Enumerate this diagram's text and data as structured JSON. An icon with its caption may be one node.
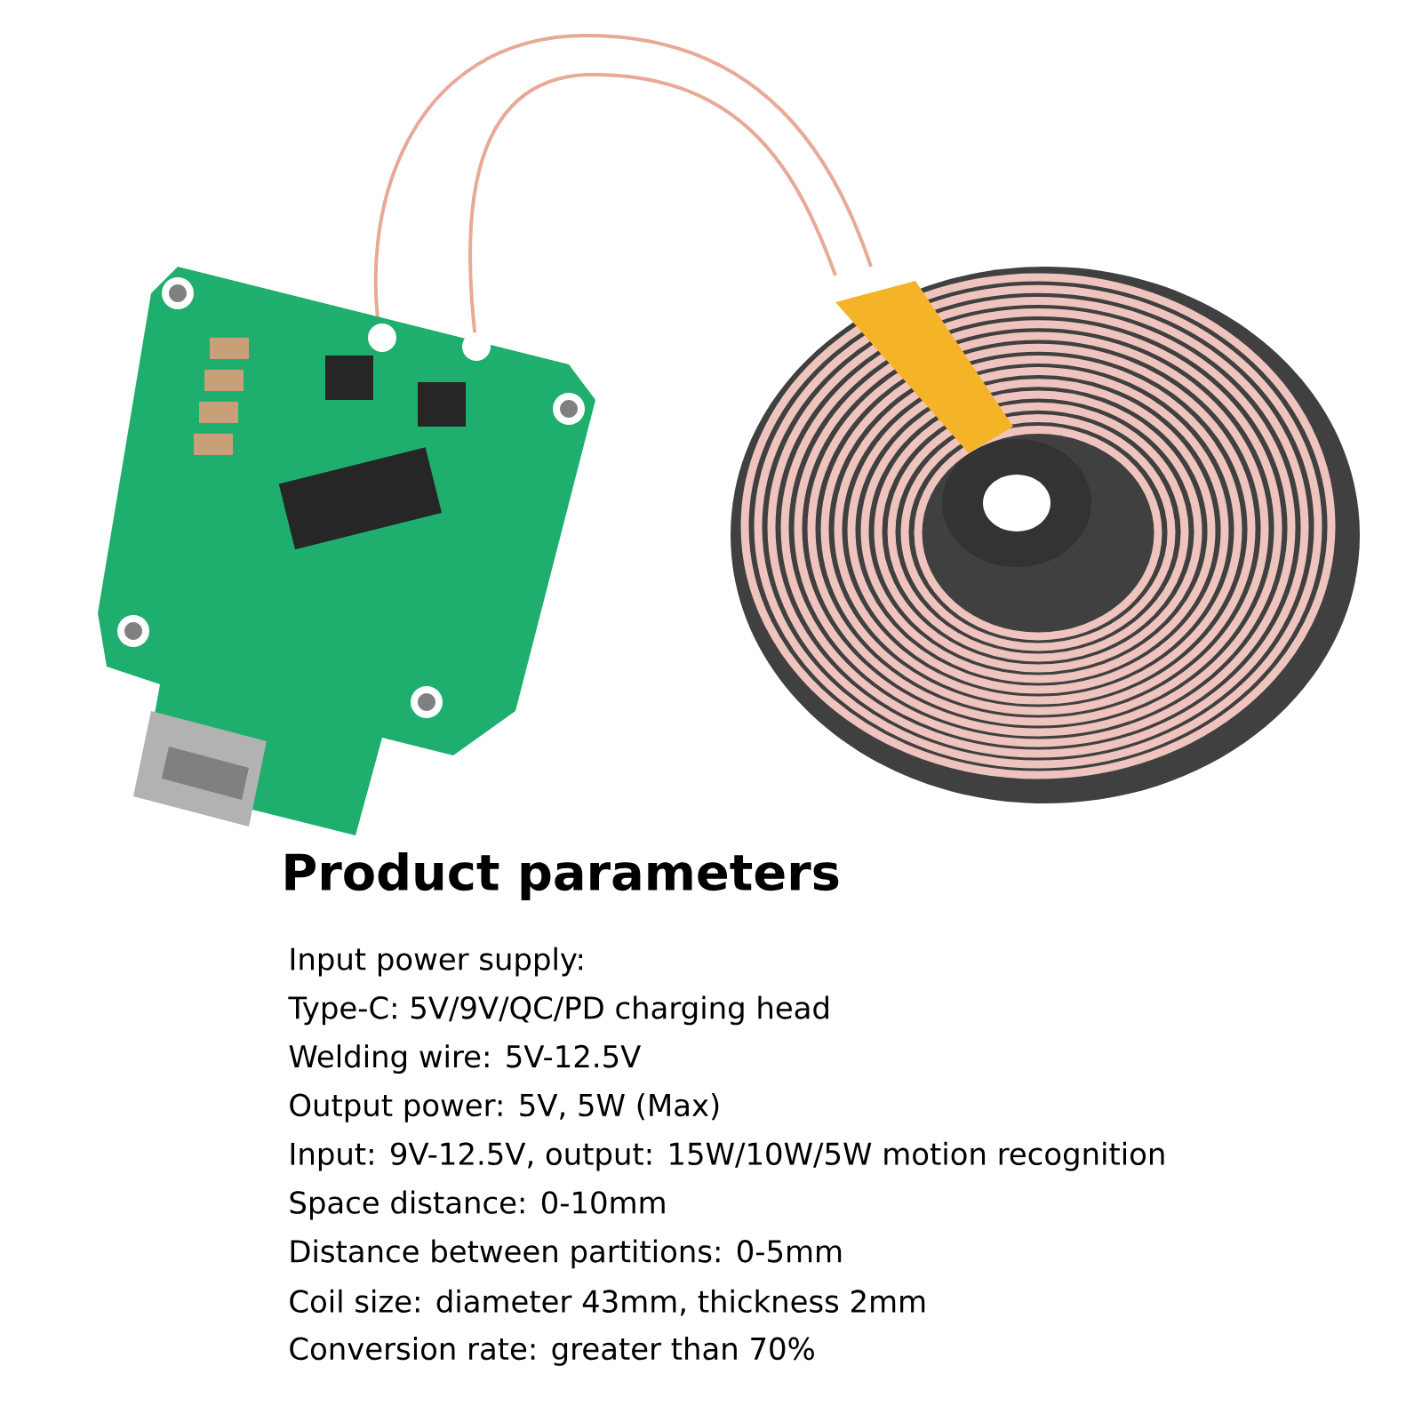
{
  "diagram": {
    "title": "Product parameters",
    "labels": [
      "Input power supply:",
      "Type-C: 5V/9V/QC/PD charging head",
      "Welding wire: 5V-12.5V",
      "Output power: 5V, 5W (Max)",
      "Input: 9V-12.5V, output: 15W/10W/5W motion recognition",
      "Space distance: 0-10mm",
      "Distance between partitions: 0-5mm",
      "Coil size: diameter 43mm, thickness 2mm",
      "Conversion rate: greater than 70%"
    ]
  }
}
